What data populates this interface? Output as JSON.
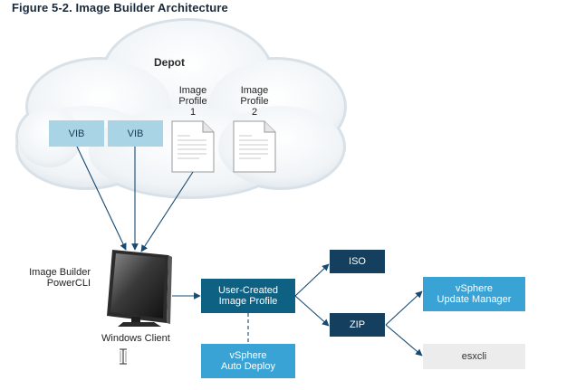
{
  "figure": {
    "title": "Figure 5-2.  Image Builder Architecture"
  },
  "depot": {
    "label": "Depot",
    "vibs": [
      "VIB",
      "VIB"
    ],
    "profiles": [
      {
        "line1": "Image",
        "line2": "Profile",
        "line3": "1"
      },
      {
        "line1": "Image",
        "line2": "Profile",
        "line3": "2"
      }
    ]
  },
  "client": {
    "tool_line1": "Image Builder",
    "tool_line2": "PowerCLI",
    "caption": "Windows Client"
  },
  "nodes": {
    "user_profile": {
      "line1": "User-Created",
      "line2": "Image Profile"
    },
    "iso": "ISO",
    "zip": "ZIP",
    "auto_deploy": {
      "line1": "vSphere",
      "line2": "Auto Deploy"
    },
    "update_manager": {
      "line1": "vSphere",
      "line2": "Update Manager"
    },
    "esxcli": "esxcli"
  },
  "colors": {
    "cloud": "#eaf0f5",
    "vib": "#a8d4e6",
    "user_profile": "#0f6183",
    "output": "#153f5e",
    "service": "#3aa3d6",
    "esxcli": "#ececec",
    "connector": "#164a72"
  }
}
